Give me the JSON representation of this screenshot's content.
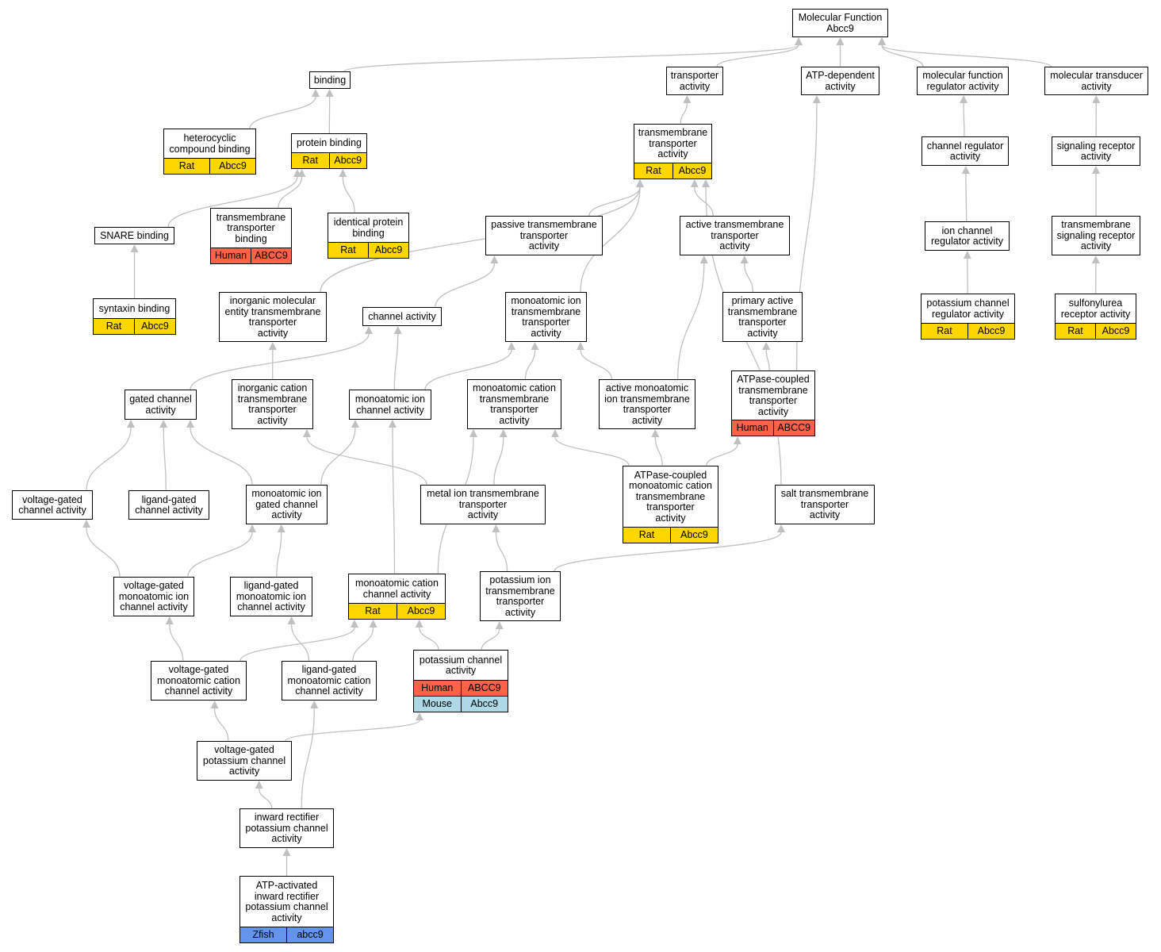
{
  "colors": {
    "Rat": "#ffd700",
    "Human": "#ff6347",
    "Mouse": "#add8e6",
    "Zfish": "#6495ed",
    "edge": "#c0c0c0"
  },
  "nodes": [
    {
      "id": "mf",
      "label": "Molecular Function\nAbcc9",
      "rows": []
    },
    {
      "id": "binding",
      "label": "binding",
      "rows": []
    },
    {
      "id": "transporter",
      "label": "transporter\nactivity",
      "rows": []
    },
    {
      "id": "atpdep",
      "label": "ATP-dependent\nactivity",
      "rows": []
    },
    {
      "id": "mfreg",
      "label": "molecular function\nregulator activity",
      "rows": []
    },
    {
      "id": "moltrans",
      "label": "molecular transducer\nactivity",
      "rows": []
    },
    {
      "id": "hetero",
      "label": "heterocyclic\ncompound binding",
      "rows": [
        {
          "species": "Rat",
          "gene": "Abcc9"
        }
      ]
    },
    {
      "id": "protbind",
      "label": "protein binding",
      "rows": [
        {
          "species": "Rat",
          "gene": "Abcc9"
        }
      ]
    },
    {
      "id": "tmta",
      "label": "transmembrane\ntransporter\nactivity",
      "rows": [
        {
          "species": "Rat",
          "gene": "Abcc9"
        }
      ]
    },
    {
      "id": "chreg",
      "label": "channel regulator\nactivity",
      "rows": []
    },
    {
      "id": "sigrec",
      "label": "signaling receptor\nactivity",
      "rows": []
    },
    {
      "id": "snare",
      "label": "SNARE binding",
      "rows": []
    },
    {
      "id": "tmtb",
      "label": "transmembrane\ntransporter\nbinding",
      "rows": [
        {
          "species": "Human",
          "gene": "ABCC9"
        }
      ]
    },
    {
      "id": "identical",
      "label": "identical protein\nbinding",
      "rows": [
        {
          "species": "Rat",
          "gene": "Abcc9"
        }
      ]
    },
    {
      "id": "passive",
      "label": "passive transmembrane\ntransporter\nactivity",
      "rows": []
    },
    {
      "id": "active",
      "label": "active transmembrane\ntransporter\nactivity",
      "rows": []
    },
    {
      "id": "ionchreg",
      "label": "ion channel\nregulator activity",
      "rows": []
    },
    {
      "id": "tmsigrec",
      "label": "transmembrane\nsignaling receptor\nactivity",
      "rows": []
    },
    {
      "id": "syntaxin",
      "label": "syntaxin binding",
      "rows": [
        {
          "species": "Rat",
          "gene": "Abcc9"
        }
      ]
    },
    {
      "id": "inorgmol",
      "label": "inorganic molecular\nentity transmembrane\ntransporter\nactivity",
      "rows": []
    },
    {
      "id": "channel",
      "label": "channel activity",
      "rows": []
    },
    {
      "id": "monoion_tm",
      "label": "monoatomic ion\ntransmembrane\ntransporter\nactivity",
      "rows": []
    },
    {
      "id": "primact",
      "label": "primary active\ntransmembrane\ntransporter\nactivity",
      "rows": []
    },
    {
      "id": "kchreg",
      "label": "potassium channel\nregulator activity",
      "rows": [
        {
          "species": "Rat",
          "gene": "Abcc9"
        }
      ]
    },
    {
      "id": "sulfonyl",
      "label": "sulfonylurea\nreceptor activity",
      "rows": [
        {
          "species": "Rat",
          "gene": "Abcc9"
        }
      ]
    },
    {
      "id": "gated",
      "label": "gated channel\nactivity",
      "rows": []
    },
    {
      "id": "inorgcat",
      "label": "inorganic cation\ntransmembrane\ntransporter\nactivity",
      "rows": []
    },
    {
      "id": "monoion_ch",
      "label": "monoatomic ion\nchannel activity",
      "rows": []
    },
    {
      "id": "monocat_tm",
      "label": "monoatomic cation\ntransmembrane\ntransporter\nactivity",
      "rows": []
    },
    {
      "id": "actmonoion",
      "label": "active monoatomic\nion transmembrane\ntransporter\nactivity",
      "rows": []
    },
    {
      "id": "atpase_tm",
      "label": "ATPase-coupled\ntransmembrane\ntransporter\nactivity",
      "rows": [
        {
          "species": "Human",
          "gene": "ABCC9"
        }
      ]
    },
    {
      "id": "vgated",
      "label": "voltage-gated\nchannel activity",
      "rows": []
    },
    {
      "id": "lgated",
      "label": "ligand-gated\nchannel activity",
      "rows": []
    },
    {
      "id": "monoion_gated",
      "label": "monoatomic ion\ngated channel\nactivity",
      "rows": []
    },
    {
      "id": "metalion",
      "label": "metal ion transmembrane\ntransporter\nactivity",
      "rows": []
    },
    {
      "id": "atpase_monocat",
      "label": "ATPase-coupled\nmonoatomic cation\ntransmembrane\ntransporter\nactivity",
      "rows": [
        {
          "species": "Rat",
          "gene": "Abcc9"
        }
      ]
    },
    {
      "id": "salt",
      "label": "salt transmembrane\ntransporter\nactivity",
      "rows": []
    },
    {
      "id": "vg_monoion",
      "label": "voltage-gated\nmonoatomic ion\nchannel activity",
      "rows": []
    },
    {
      "id": "lg_monoion",
      "label": "ligand-gated\nmonoatomic ion\nchannel activity",
      "rows": []
    },
    {
      "id": "monocat_ch",
      "label": "monoatomic cation\nchannel activity",
      "rows": [
        {
          "species": "Rat",
          "gene": "Abcc9"
        }
      ]
    },
    {
      "id": "kion_tm",
      "label": "potassium ion\ntransmembrane\ntransporter\nactivity",
      "rows": []
    },
    {
      "id": "vg_monocat",
      "label": "voltage-gated\nmonoatomic cation\nchannel activity",
      "rows": []
    },
    {
      "id": "lg_monocat",
      "label": "ligand-gated\nmonoatomic cation\nchannel activity",
      "rows": []
    },
    {
      "id": "kch",
      "label": "potassium channel\nactivity",
      "rows": [
        {
          "species": "Human",
          "gene": "ABCC9"
        },
        {
          "species": "Mouse",
          "gene": "Abcc9"
        }
      ]
    },
    {
      "id": "vg_k",
      "label": "voltage-gated\npotassium channel\nactivity",
      "rows": []
    },
    {
      "id": "inward",
      "label": "inward rectifier\npotassium channel\nactivity",
      "rows": []
    },
    {
      "id": "atp_inward",
      "label": "ATP-activated\ninward rectifier\npotassium channel\nactivity",
      "rows": [
        {
          "species": "Zfish",
          "gene": "abcc9"
        }
      ]
    }
  ],
  "edges": [
    [
      "binding",
      "mf"
    ],
    [
      "transporter",
      "mf"
    ],
    [
      "atpdep",
      "mf"
    ],
    [
      "mfreg",
      "mf"
    ],
    [
      "moltrans",
      "mf"
    ],
    [
      "hetero",
      "binding"
    ],
    [
      "protbind",
      "binding"
    ],
    [
      "tmta",
      "transporter"
    ],
    [
      "chreg",
      "mfreg"
    ],
    [
      "sigrec",
      "moltrans"
    ],
    [
      "snare",
      "protbind"
    ],
    [
      "tmtb",
      "protbind"
    ],
    [
      "identical",
      "protbind"
    ],
    [
      "passive",
      "tmta"
    ],
    [
      "active",
      "tmta"
    ],
    [
      "inorgmol",
      "tmta"
    ],
    [
      "monoion_tm",
      "tmta"
    ],
    [
      "salt",
      "tmta"
    ],
    [
      "ionchreg",
      "chreg"
    ],
    [
      "kchreg",
      "ionchreg"
    ],
    [
      "tmsigrec",
      "sigrec"
    ],
    [
      "sulfonyl",
      "tmsigrec"
    ],
    [
      "syntaxin",
      "snare"
    ],
    [
      "channel",
      "passive"
    ],
    [
      "primact",
      "active"
    ],
    [
      "actmonoion",
      "active"
    ],
    [
      "inorgcat",
      "inorgmol"
    ],
    [
      "gated",
      "channel"
    ],
    [
      "monoion_ch",
      "channel"
    ],
    [
      "monoion_ch",
      "monoion_tm"
    ],
    [
      "monocat_tm",
      "monoion_tm"
    ],
    [
      "actmonoion",
      "monoion_tm"
    ],
    [
      "atpase_tm",
      "primact"
    ],
    [
      "atpase_tm",
      "atpdep"
    ],
    [
      "vgated",
      "gated"
    ],
    [
      "lgated",
      "gated"
    ],
    [
      "monoion_gated",
      "gated"
    ],
    [
      "monoion_gated",
      "monoion_ch"
    ],
    [
      "monocat_ch",
      "monoion_ch"
    ],
    [
      "metalion",
      "inorgcat"
    ],
    [
      "metalion",
      "monocat_tm"
    ],
    [
      "atpase_monocat",
      "monocat_tm"
    ],
    [
      "atpase_monocat",
      "actmonoion"
    ],
    [
      "atpase_monocat",
      "atpase_tm"
    ],
    [
      "vg_monoion",
      "vgated"
    ],
    [
      "vg_monoion",
      "monoion_gated"
    ],
    [
      "lg_monoion",
      "monoion_gated"
    ],
    [
      "monocat_ch",
      "monocat_tm"
    ],
    [
      "kion_tm",
      "metalion"
    ],
    [
      "kion_tm",
      "salt"
    ],
    [
      "vg_monocat",
      "vg_monoion"
    ],
    [
      "vg_monocat",
      "monocat_ch"
    ],
    [
      "lg_monocat",
      "lg_monoion"
    ],
    [
      "lg_monocat",
      "monocat_ch"
    ],
    [
      "kch",
      "monocat_ch"
    ],
    [
      "kch",
      "kion_tm"
    ],
    [
      "vg_k",
      "vg_monocat"
    ],
    [
      "vg_k",
      "kch"
    ],
    [
      "inward",
      "vg_k"
    ],
    [
      "inward",
      "lg_monocat"
    ],
    [
      "atp_inward",
      "inward"
    ]
  ]
}
